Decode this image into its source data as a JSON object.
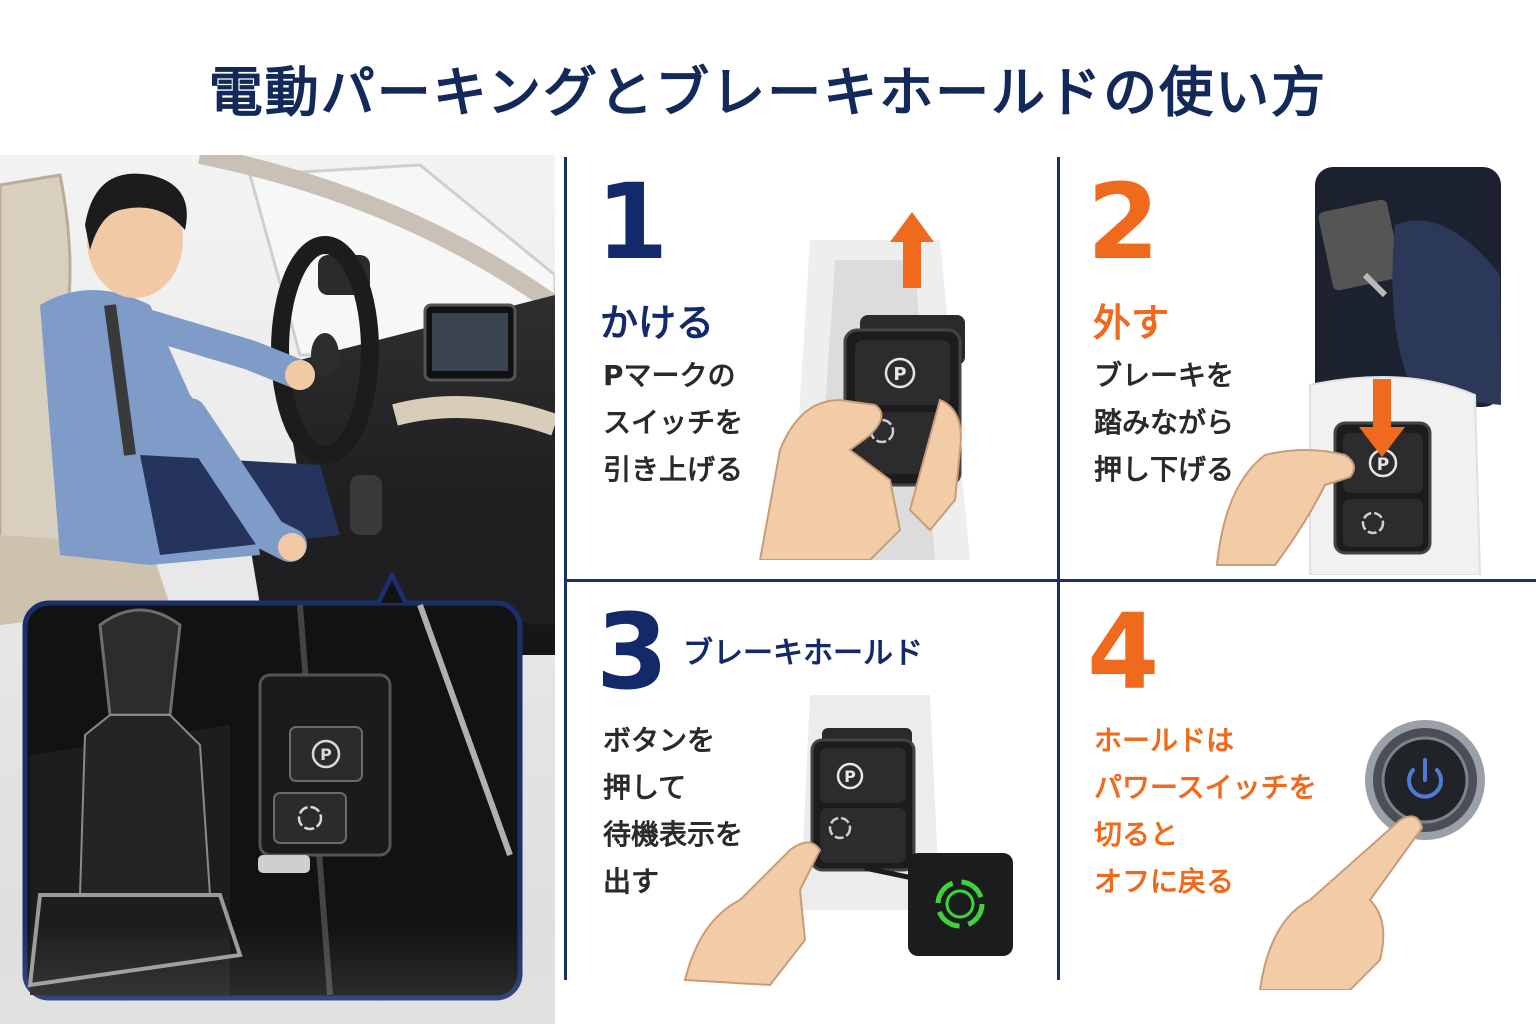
{
  "title": "電動パーキングとブレーキホールドの使い方",
  "colors": {
    "navy": "#14296a",
    "orange": "#ef6a1c",
    "indicator_green": "#3fd23a"
  },
  "steps": [
    {
      "number": "1",
      "heading": "かける",
      "lines": [
        "Pマークの",
        "スイッチを",
        "引き上げる"
      ]
    },
    {
      "number": "2",
      "heading": "外す",
      "lines": [
        "ブレーキを",
        "踏みながら",
        "押し下げる"
      ]
    },
    {
      "number": "3",
      "heading": "ブレーキホールド",
      "lines": [
        "ボタンを",
        "押して",
        "待機表示を",
        "出す"
      ]
    },
    {
      "number": "4",
      "heading": "",
      "lines": [
        "ホールドは",
        "パワースイッチを",
        "切ると",
        "オフに戻る"
      ]
    }
  ],
  "icons": {
    "parking": "parking-brake-icon",
    "hold": "brake-hold-icon",
    "power": "power-icon",
    "arrow_up": "arrow-up-icon",
    "arrow_down": "arrow-down-icon"
  },
  "switch_labels": {
    "parking": "P"
  }
}
